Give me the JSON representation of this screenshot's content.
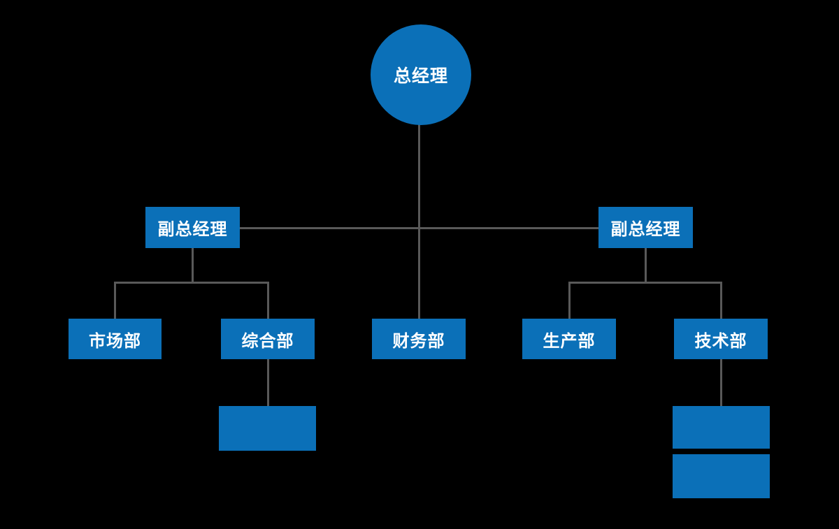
{
  "colors": {
    "background": "#000000",
    "node_fill": "#0b70b8",
    "node_text": "#ffffff",
    "connector": "#595959"
  },
  "org_chart": {
    "type": "organization-chart",
    "root": {
      "label": "总经理",
      "shape": "circle"
    },
    "deputies": [
      {
        "label": "副总经理",
        "position": "left"
      },
      {
        "label": "副总经理",
        "position": "right"
      }
    ],
    "departments": [
      {
        "label": "市场部",
        "parent": "deputy-left"
      },
      {
        "label": "综合部",
        "parent": "deputy-left"
      },
      {
        "label": "财务部",
        "parent": "root"
      },
      {
        "label": "生产部",
        "parent": "deputy-right"
      },
      {
        "label": "技术部",
        "parent": "deputy-right"
      }
    ],
    "sub_nodes": [
      {
        "label": "",
        "parent": "综合部"
      },
      {
        "label": "",
        "parent": "技术部"
      },
      {
        "label": "",
        "parent": "技术部"
      }
    ]
  }
}
